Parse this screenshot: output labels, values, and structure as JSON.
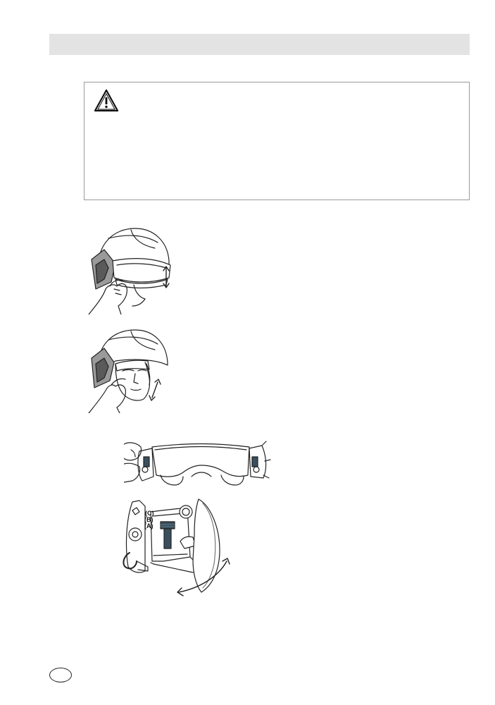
{
  "header": {
    "title": ""
  },
  "warning": {
    "icon": "warning-triangle-icon",
    "text": ""
  },
  "figures": {
    "adjust_labels": {
      "c": "(C)",
      "b": "(B)",
      "a": "(A)"
    }
  },
  "footer": {
    "language_code": ""
  }
}
